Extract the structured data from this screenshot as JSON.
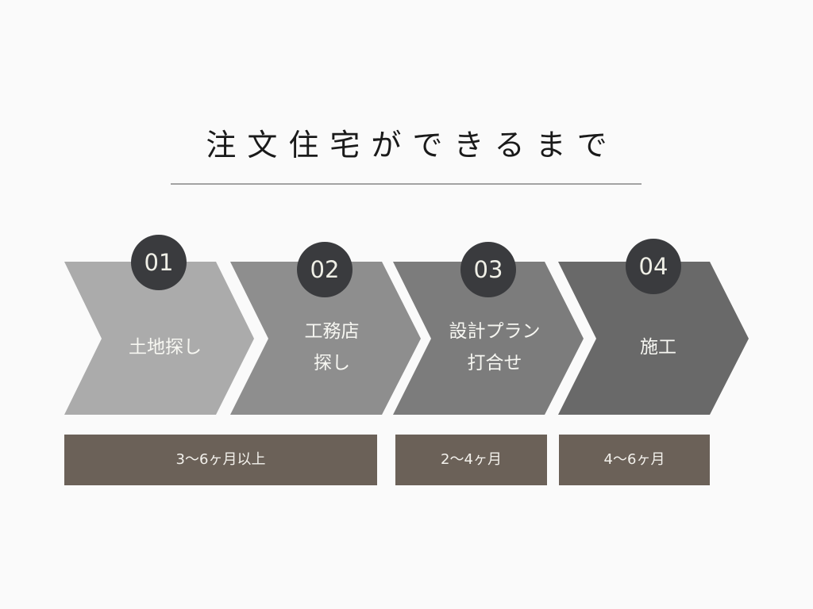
{
  "title": "注文住宅ができるまで",
  "steps": [
    {
      "number": "01",
      "label_line1": "土地探し",
      "label_line2": "",
      "color": "#ababab"
    },
    {
      "number": "02",
      "label_line1": "工務店",
      "label_line2": "探し",
      "color": "#8e8e8e"
    },
    {
      "number": "03",
      "label_line1": "設計プラン",
      "label_line2": "打合せ",
      "color": "#7c7c7c"
    },
    {
      "number": "04",
      "label_line1": "施工",
      "label_line2": "",
      "color": "#696969"
    }
  ],
  "durations": [
    {
      "label": "3〜6ヶ月以上",
      "spans_steps": "01-02"
    },
    {
      "label": "2〜4ヶ月",
      "spans_steps": "03"
    },
    {
      "label": "4〜6ヶ月",
      "spans_steps": "04"
    }
  ],
  "colors": {
    "background": "#fafafa",
    "number_circle": "#3a3b3e",
    "duration_bar": "#6b6158",
    "title_rule": "#a3a3a3"
  }
}
